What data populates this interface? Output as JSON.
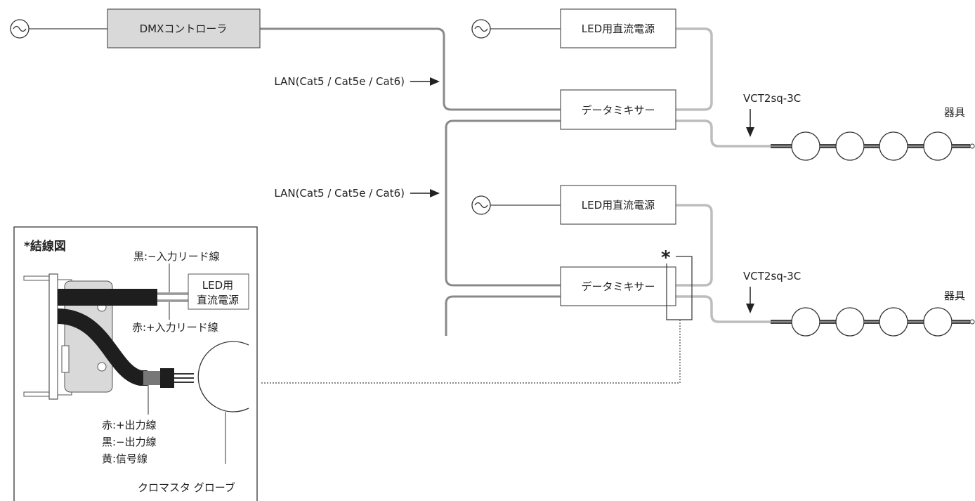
{
  "ac_symbol": "~",
  "dmx_controller": "DMXコントローラ",
  "lan_label_1": "LAN(Cat5 / Cat5e / Cat6)",
  "lan_label_2": "LAN(Cat5 / Cat5e / Cat6)",
  "power_supply_1": "LED用直流電源",
  "power_supply_2": "LED用直流電源",
  "data_mixer_1": "データミキサー",
  "data_mixer_2": "データミキサー",
  "cable_label_1": "VCT2sq-3C",
  "cable_label_2": "VCT2sq-3C",
  "fixture_label_1": "器具",
  "fixture_label_2": "器具",
  "asterisk": "*",
  "wiring_diagram": {
    "title": "*結線図",
    "black_input": "黒:−入力リード線",
    "power_line1": "LED用",
    "power_line2": "直流電源",
    "red_input": "赤:+入力リード線",
    "red_output": "赤:+出力線",
    "black_output": "黒:−出力線",
    "yellow_signal": "黄:信号線",
    "globe": "クロマスタ グローブ"
  }
}
